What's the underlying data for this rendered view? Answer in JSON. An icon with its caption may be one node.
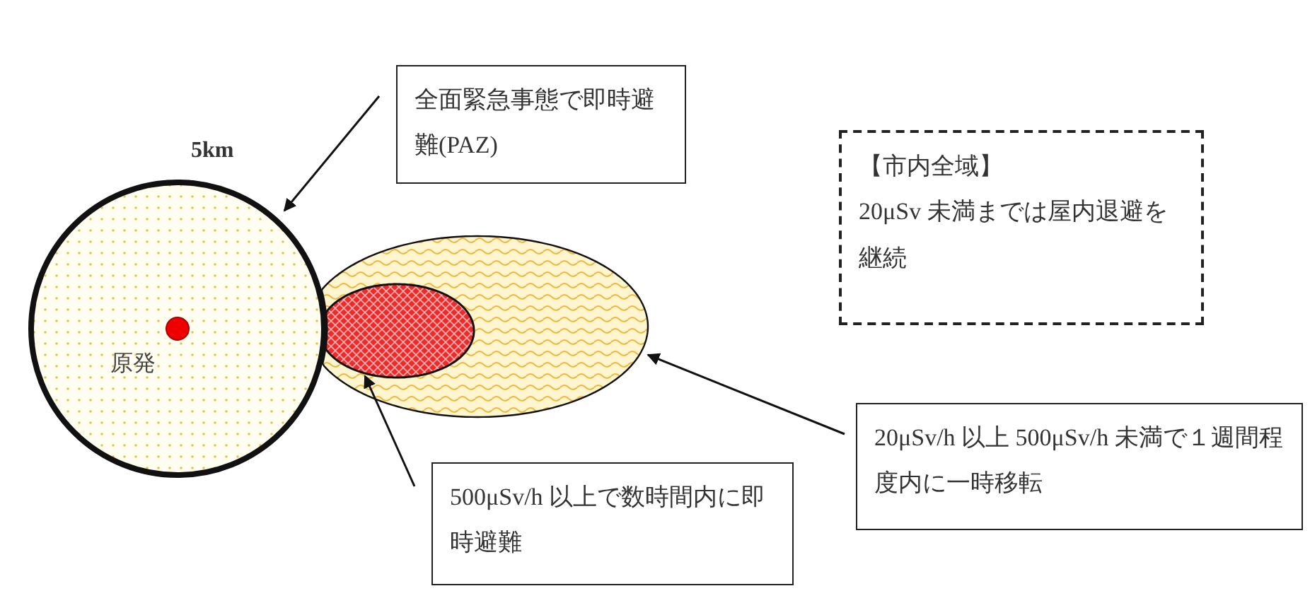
{
  "diagram": {
    "nodes": [
      {
        "text": [
          "全面緊急事態で即時避難(PAZ)"
        ]
      },
      {
        "text": [
          "【市内全域】",
          "20μSv 未満までは屋内退避を継続"
        ]
      },
      {
        "text": [],
        "shape": "ellipse"
      },
      {
        "text": [],
        "shape": "ellipse",
        "in": 2
      },
      {
        "text": [
          "原発"
        ],
        "beside": [
          "5km"
        ]
      },
      {
        "text": [
          "500μSv/h 以上で数時間内に即時避難"
        ]
      },
      {
        "text": [
          "20μSv/h 以上 500μSv/h 未満で１週間程度内に一時移転"
        ]
      }
    ],
    "edges": [
      {
        "from": 0,
        "to": 4,
        "arrow": "to"
      },
      {
        "from": 5,
        "to": 3,
        "arrow": "to"
      },
      {
        "from": 6,
        "to": 2,
        "arrow": "to"
      }
    ]
  }
}
